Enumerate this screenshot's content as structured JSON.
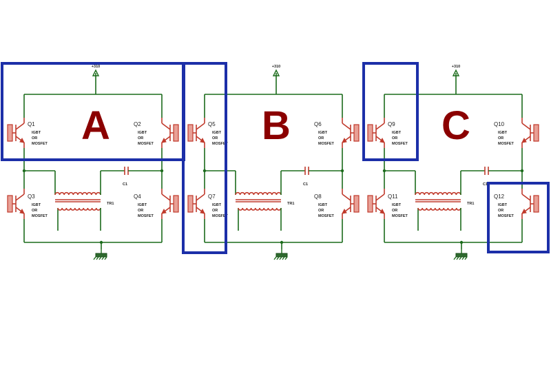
{
  "panels": [
    {
      "letter": "A",
      "supply": "+310",
      "transistors": [
        {
          "id": "Q1",
          "lines": [
            "IGBT",
            "OR",
            "MOSFET"
          ]
        },
        {
          "id": "Q2",
          "lines": [
            "IGBT",
            "OR",
            "MOSFET"
          ]
        },
        {
          "id": "Q3",
          "lines": [
            "IGBT",
            "OR",
            "MOSFET"
          ]
        },
        {
          "id": "Q4",
          "lines": [
            "IGBT",
            "OR",
            "MOSFET"
          ]
        }
      ],
      "capacitor": "C1",
      "transformer": "TR1"
    },
    {
      "letter": "B",
      "supply": "+310",
      "transistors": [
        {
          "id": "Q5",
          "lines": [
            "IGBT",
            "OR",
            "MOSFET"
          ]
        },
        {
          "id": "Q6",
          "lines": [
            "IGBT",
            "OR",
            "MOSFET"
          ]
        },
        {
          "id": "Q7",
          "lines": [
            "IGBT",
            "OR",
            "MOSFET"
          ]
        },
        {
          "id": "Q8",
          "lines": [
            "IGBT",
            "OR",
            "MOSFET"
          ]
        }
      ],
      "capacitor": "C1",
      "transformer": "TR1"
    },
    {
      "letter": "C",
      "supply": "+310",
      "transistors": [
        {
          "id": "Q9",
          "lines": [
            "IGBT",
            "OR",
            "MOSFET"
          ]
        },
        {
          "id": "Q10",
          "lines": [
            "IGBT",
            "OR",
            "MOSFET"
          ]
        },
        {
          "id": "Q11",
          "lines": [
            "IGBT",
            "OR",
            "MOSFET"
          ]
        },
        {
          "id": "Q12",
          "lines": [
            "IGBT",
            "OR",
            "MOSFET"
          ]
        }
      ],
      "capacitor": "C1",
      "transformer": "TR1"
    }
  ],
  "colors": {
    "wire": "#1a6b1a",
    "device": "#c0392b",
    "highlight_box": "#1c2fa8",
    "panel_letter": "#8b0000"
  }
}
